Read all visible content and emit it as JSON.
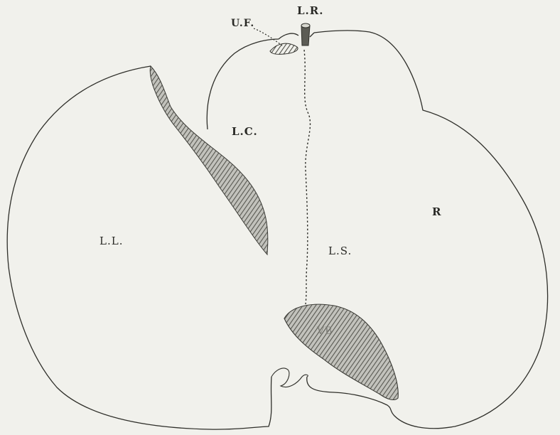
{
  "labels": {
    "umbilical_fissure": "U.F.",
    "ligamentum_rotundum": "L.R.",
    "lobus_caudatus": "L.C.",
    "left_lobe": "L.L.",
    "lobus_spigelii": "L.S.",
    "right_lobe": "R",
    "vesica_biliaris": "VB"
  },
  "colors": {
    "paper": "#f1f1ec",
    "ink": "#2a2a26",
    "shade": "#6b6b63"
  }
}
